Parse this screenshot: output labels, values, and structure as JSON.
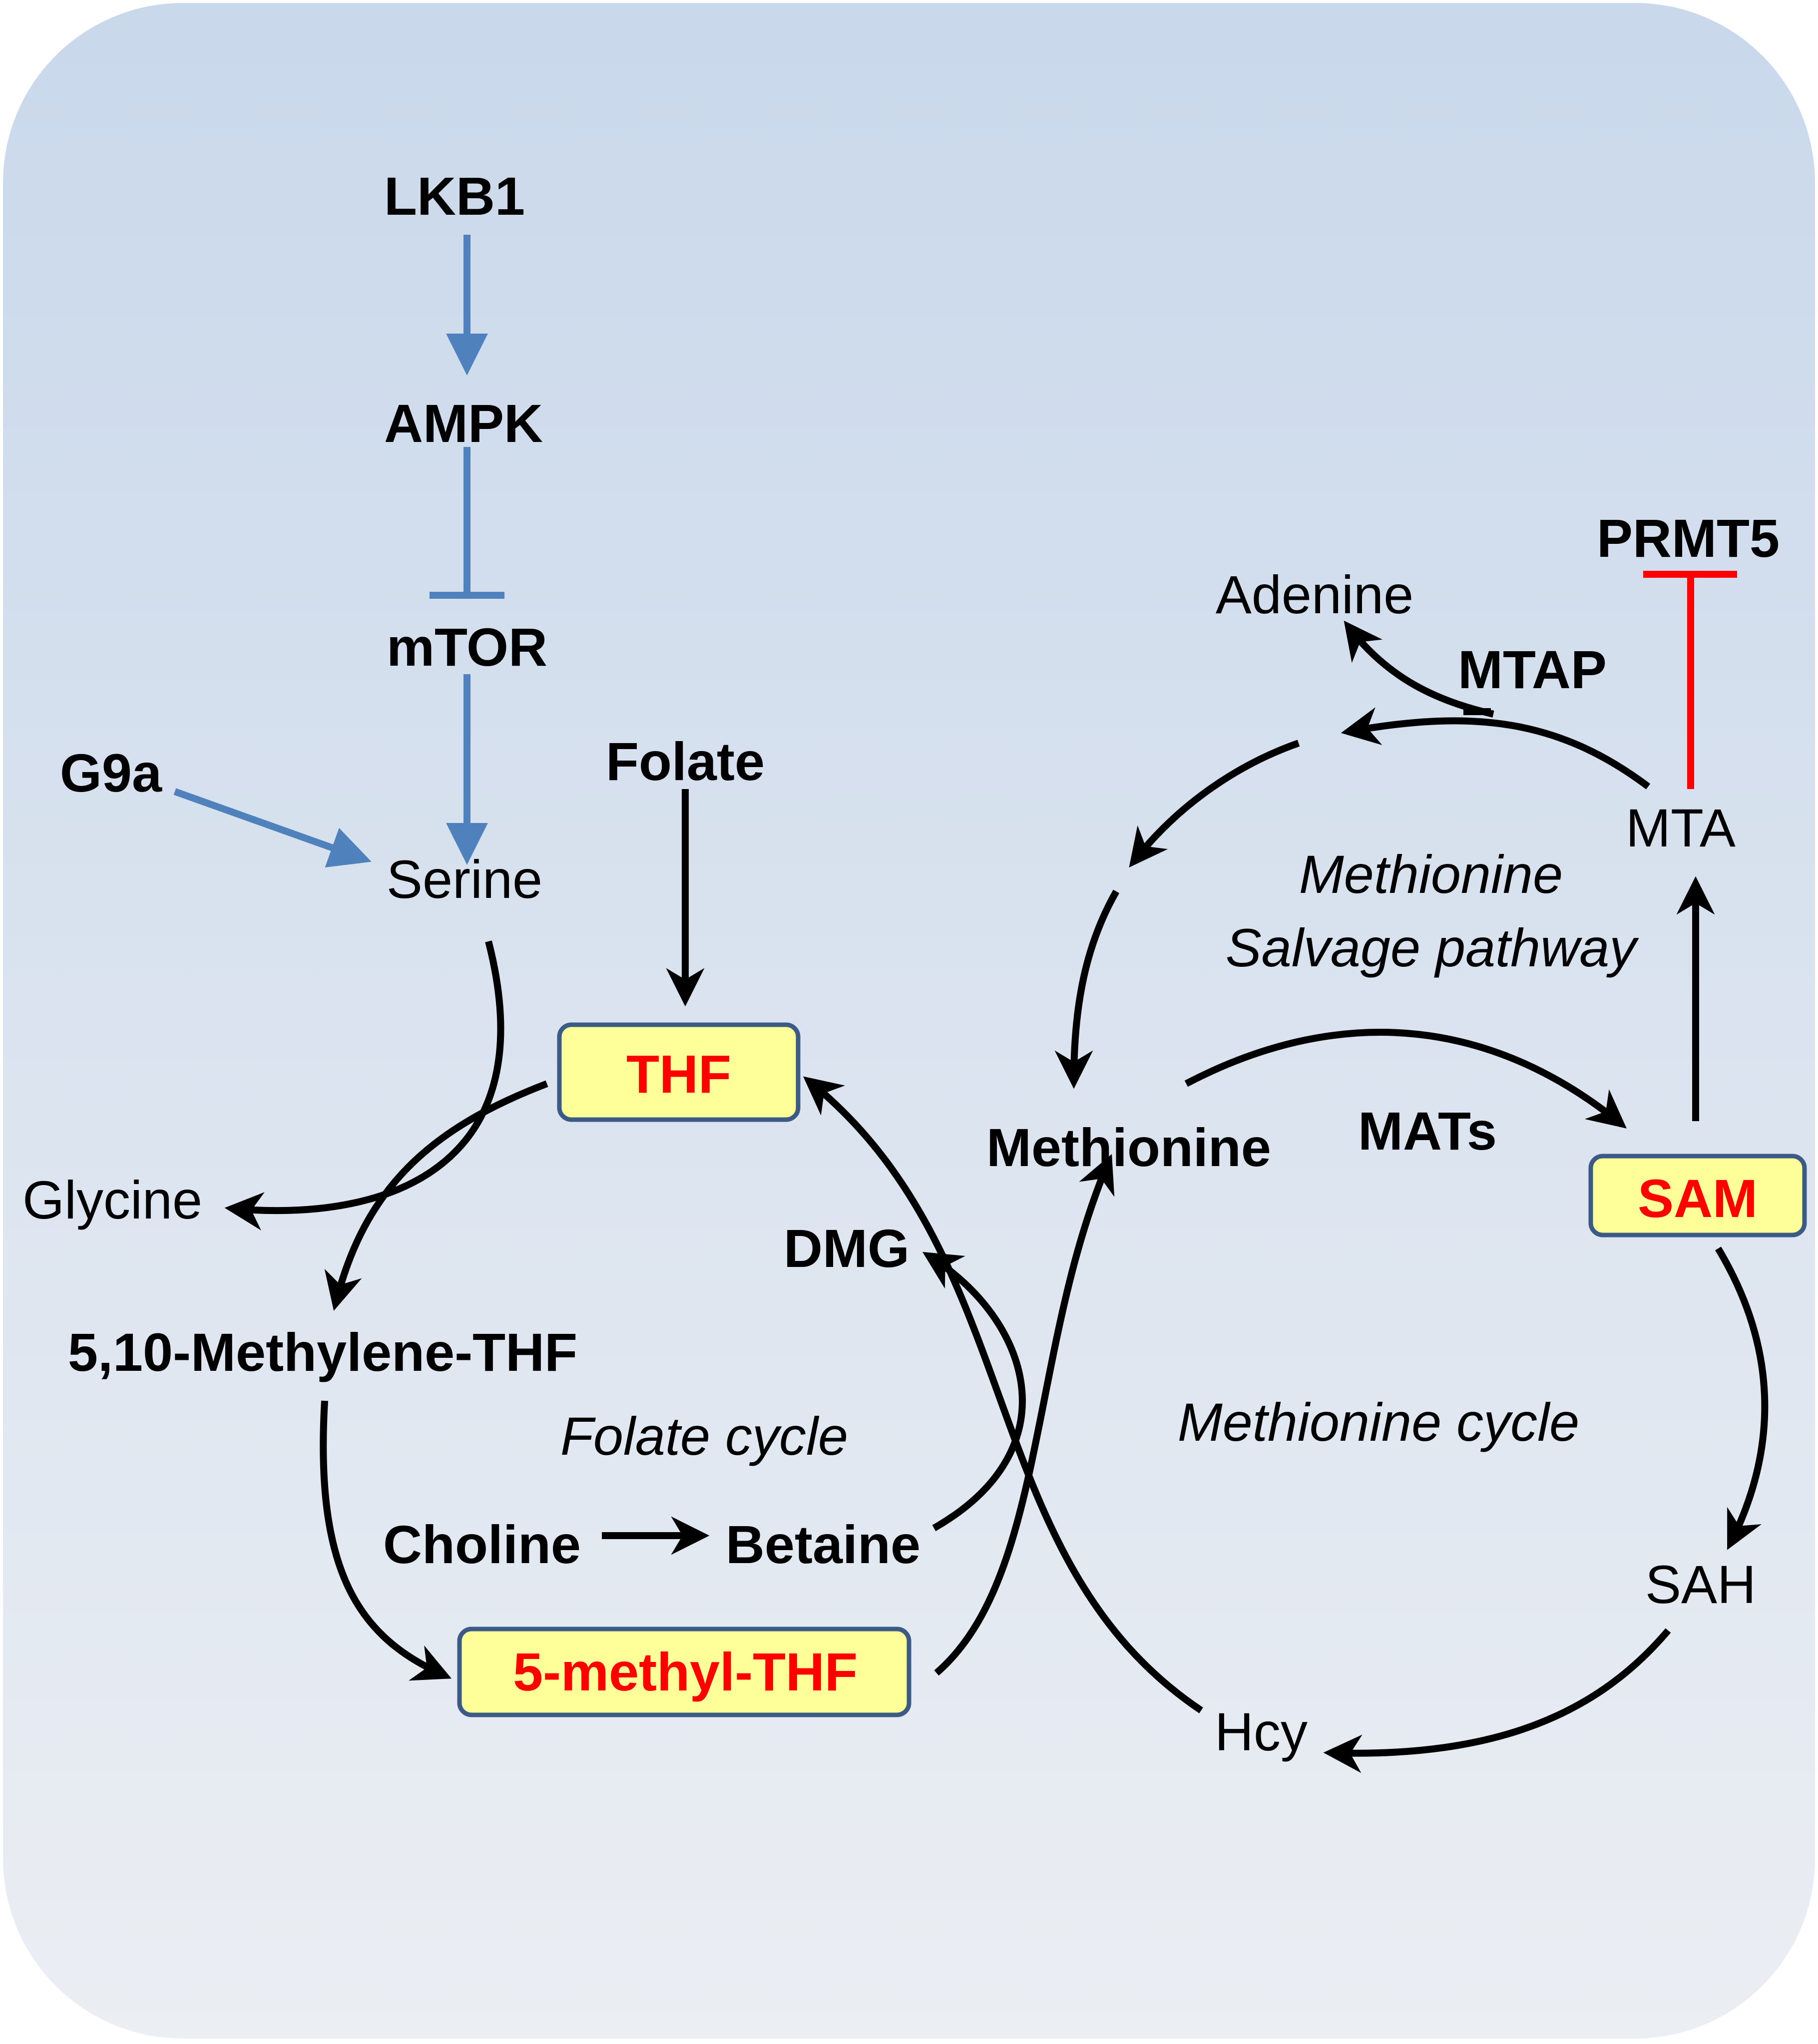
{
  "nodes": {
    "lkb1": "LKB1",
    "ampk": "AMPK",
    "mtor": "mTOR",
    "g9a": "G9a",
    "serine": "Serine",
    "folate": "Folate",
    "thf": "THF",
    "glycine": "Glycine",
    "methylene_thf": "5,10-Methylene-THF",
    "methyl_thf": "5-methyl-THF",
    "choline": "Choline",
    "betaine": "Betaine",
    "dmg": "DMG",
    "methionine": "Methionine",
    "mats": "MATs",
    "sam": "SAM",
    "mta": "MTA",
    "mtap": "MTAP",
    "adenine": "Adenine",
    "prmt5": "PRMT5",
    "sah": "SAH",
    "hcy": "Hcy"
  },
  "cycles": {
    "folate_cycle": "Folate cycle",
    "methionine_cycle": "Methionine cycle",
    "salvage_line1": "Methionine",
    "salvage_line2": "Salvage pathway"
  },
  "colors": {
    "background_top": "#c9d8eb",
    "background_bottom": "#ebeef3",
    "signal_arrow": "#4f81bd",
    "inhibition_red": "#ff0000",
    "metabolite_highlight_text": "#ff0000",
    "highlight_box_fill": "#ffff99",
    "highlight_box_border": "#3b5a86",
    "black": "#000000"
  }
}
